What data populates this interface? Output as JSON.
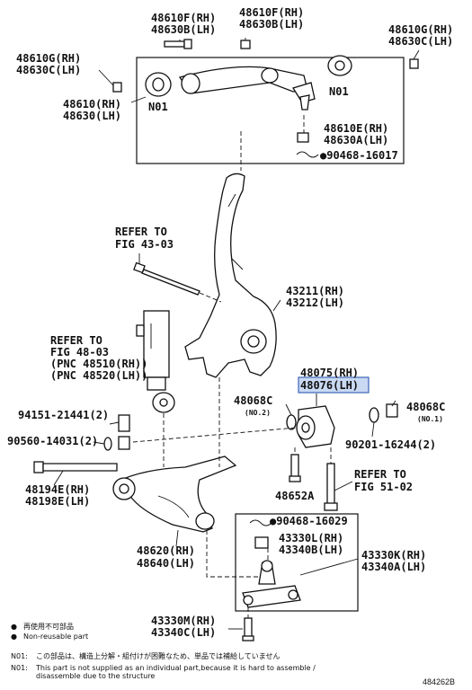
{
  "labels": {
    "top_bolt_rh": "48610F(RH)",
    "top_bolt_lh": "48630B(LH)",
    "top_nut_rh": "48610F(RH)",
    "top_nut_lh": "48630B(LH)",
    "right_nut_rh": "48610G(RH)",
    "right_nut_lh": "48630C(LH)",
    "left_nut_rh": "48610G(RH)",
    "left_nut_lh": "48630C(LH)",
    "upper_arm_rh": "48610(RH)",
    "upper_arm_lh": "48630(LH)",
    "n01_left": "N01",
    "n01_right": "N01",
    "upper_nut_rh": "48610E(RH)",
    "upper_nut_lh": "48630A(LH)",
    "upper_pin": "90468-16017",
    "refer_4303_a": "REFER TO",
    "refer_4303_b": "FIG 43-03",
    "knuckle_rh": "43211(RH)",
    "knuckle_lh": "43212(LH)",
    "refer_4803_a": "REFER TO",
    "refer_4803_b": "FIG 48-03",
    "pnc_rh": "(PNC 48510(RH))",
    "pnc_lh": "(PNC 48520(LH))",
    "bushing_rh": "48075(RH)",
    "bushing_lh": "48076(LH)",
    "washer_left": "48068C",
    "washer_left_no": "(NO.2)",
    "washer_right": "48068C",
    "washer_right_no": "(NO.1)",
    "bolt_94151": "94151-21441(2)",
    "nut_90560": "90560-14031(2)",
    "nut_90201": "90201-16244(2)",
    "bolt_48194e": "48194E(RH)",
    "bolt_48198e": "48198E(LH)",
    "bolt_48652a": "48652A",
    "refer_5102_a": "REFER TO",
    "refer_5102_b": "FIG 51-02",
    "lower_pin": "90468-16029",
    "ball_nut_rh": "43330L(RH)",
    "ball_nut_lh": "43340B(LH)",
    "ball_joint_rh": "43330K(RH)",
    "ball_joint_lh": "43340A(LH)",
    "lower_arm_rh": "48620(RH)",
    "lower_arm_lh": "48640(LH)",
    "ball_bolt_rh": "43330M(RH)",
    "ball_bolt_lh": "43340C(LH)"
  },
  "legend": {
    "mark": "●",
    "jp": "再使用不可部品",
    "en": "Non-reusable part",
    "note_jp_code": "N01:",
    "note_jp": "この部品は、構造上分解・組付けが困難なため、単品では補給していません",
    "note_en_code": "N01:",
    "note_en_1": "This part is not supplied as an individual part,because it is hard to assemble /",
    "note_en_2": "disassemble due to the structure"
  },
  "diagram_code": "484262B",
  "colors": {
    "highlight_fill": "#c9d9f2",
    "highlight_stroke": "#3b63b8"
  }
}
